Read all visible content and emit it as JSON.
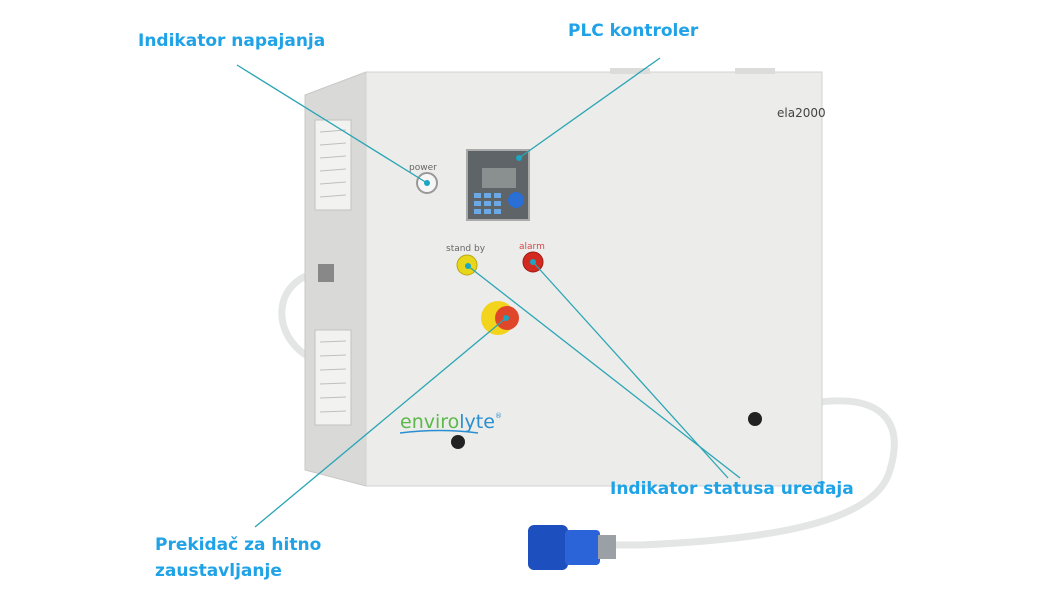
{
  "callouts": {
    "power_indicator": "Indikator napajanja",
    "plc": "PLC kontroler",
    "status_indicator": "Indikator statusa uređaja",
    "emergency_line1": "Prekidač za hitno",
    "emergency_line2": "zaustavljanje"
  },
  "panel": {
    "model": "ela2000",
    "power_label": "power",
    "standby_label": "stand by",
    "alarm_label": "alarm",
    "brand_part1": "enviro",
    "brand_part2": "lyte",
    "brand_mark": "®"
  },
  "colors": {
    "callout_text": "#1fa3e6",
    "leader_line": "#2aa5b5",
    "cabinet": "#ececea",
    "brand_green": "#5db84a",
    "brand_blue": "#2a8fd0"
  }
}
